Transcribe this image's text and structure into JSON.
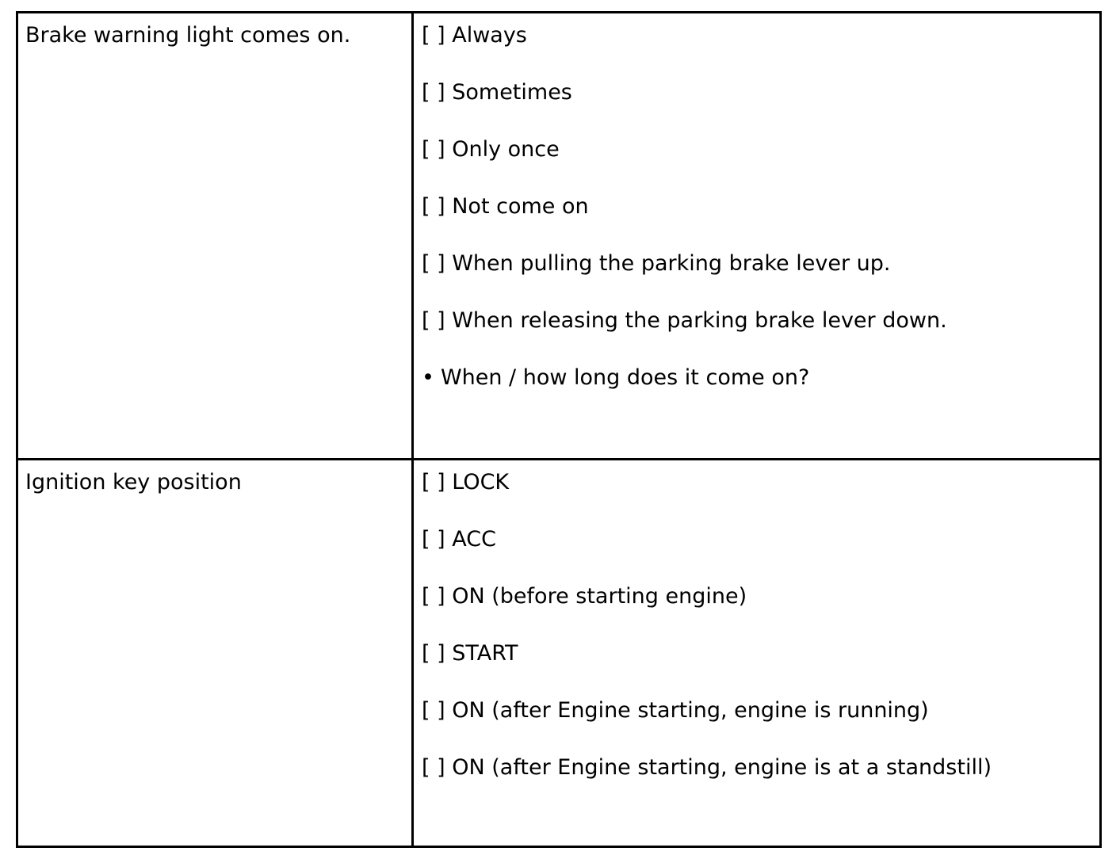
{
  "rows": [
    {
      "label": "Brake warning light comes on.",
      "options": [
        "[ ] Always",
        "[ ] Sometimes",
        "[ ] Only once",
        "[ ] Not come on",
        "[ ] When pulling the parking brake lever up.",
        "[ ] When releasing the parking brake lever down."
      ],
      "bullet": "When / how long does it come on?"
    },
    {
      "label": "Ignition key position",
      "options": [
        "[ ] LOCK",
        "[ ] ACC",
        "[ ] ON (before starting engine)",
        "[ ] START",
        "[ ] ON (after Engine starting, engine is running)",
        "[ ] ON (after Engine starting, engine is at a standstill)"
      ]
    }
  ]
}
